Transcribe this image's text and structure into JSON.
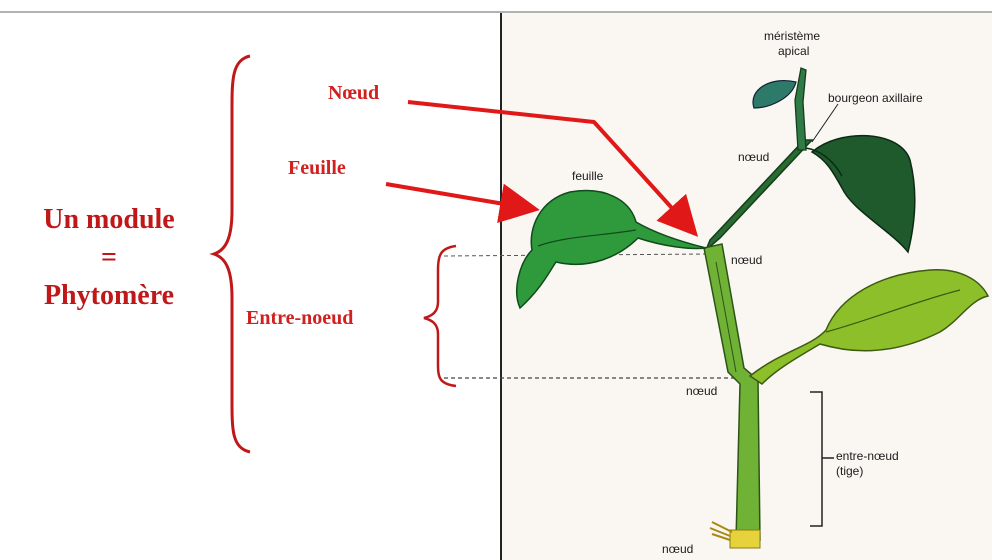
{
  "title": {
    "line1": "Un module",
    "equals": "=",
    "line2": "Phytomère"
  },
  "red_labels": {
    "noeud": "Nœud",
    "feuille": "Feuille",
    "entre_noeud": "Entre-noeud"
  },
  "plant_labels": {
    "meristeme_1": "méristème",
    "meristeme_2": "apical",
    "bourgeon": "bourgeon axillaire",
    "noeud_top": "nœud",
    "feuille": "feuille",
    "noeud_mid": "nœud",
    "noeud_low": "nœud",
    "entre_noeud_1": "entre-nœud",
    "entre_noeud_2": "(tige)",
    "noeud_bottom": "nœud"
  },
  "colors": {
    "annotation_red": "#d02020",
    "leaf_dark": "#1e5a2c",
    "leaf_mid": "#2f8f3a",
    "leaf_light": "#8cbf2a",
    "stem": "#5aa62e",
    "paper": "#faf7f2"
  }
}
